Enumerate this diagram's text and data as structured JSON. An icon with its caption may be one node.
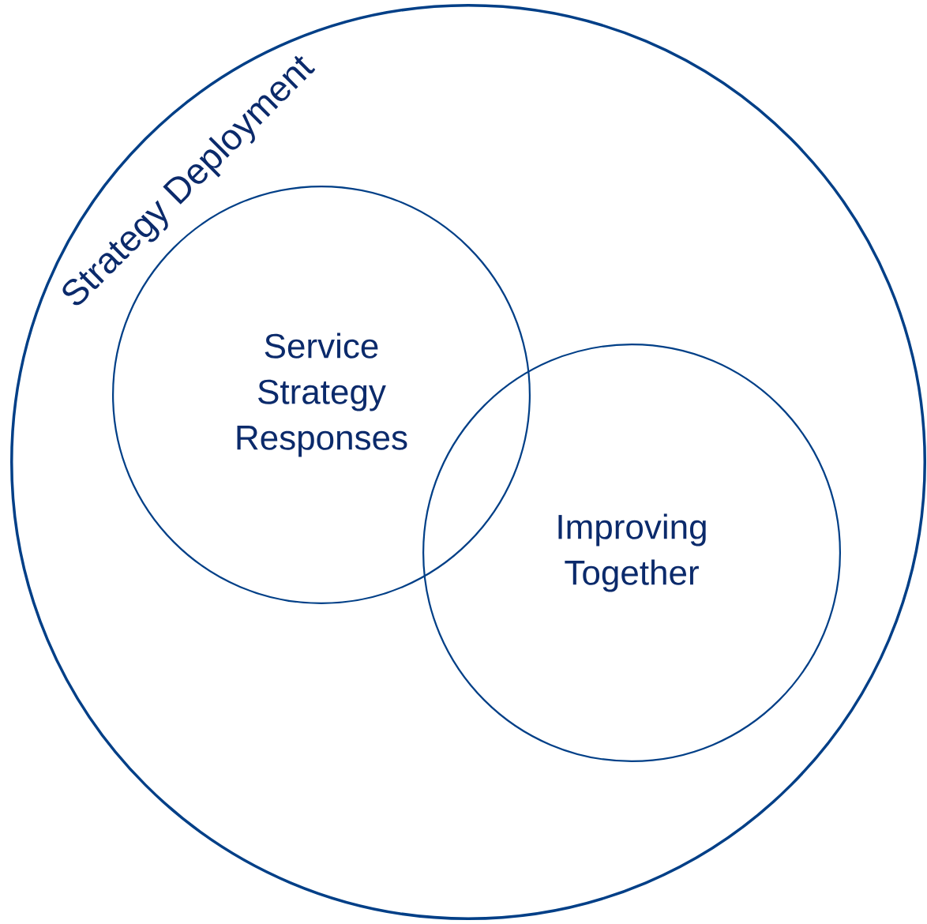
{
  "diagram": {
    "nodes": [
      {
        "text": [
          "Strategy Deployment"
        ]
      },
      {
        "text": [
          "Service Strategy Responses"
        ],
        "in": 0
      },
      {
        "text": [
          "Improving Together"
        ],
        "in": 0
      }
    ]
  }
}
